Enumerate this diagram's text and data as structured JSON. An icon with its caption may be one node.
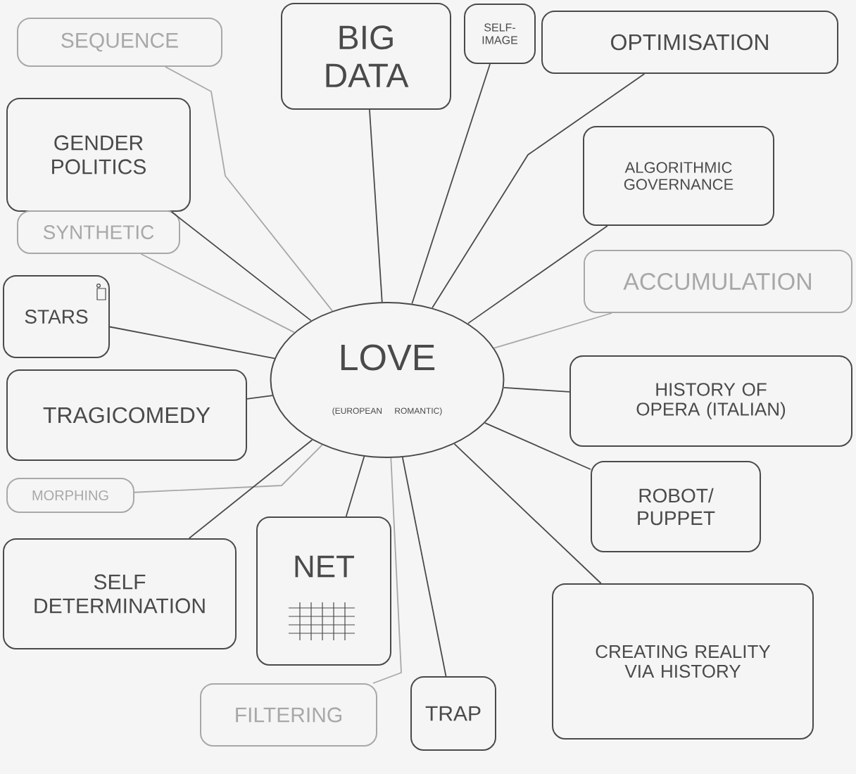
{
  "diagram": {
    "nodes": [
      {
        "text": [
          "LOVE",
          "(EUROPEAN ROMANTIC)"
        ]
      },
      {
        "text": [
          "SEQUENCE"
        ]
      },
      {
        "text": [
          "BIG DATA"
        ]
      },
      {
        "text": [
          "SELF-IMAGE"
        ]
      },
      {
        "text": [
          "OPTIMISATION"
        ]
      },
      {
        "text": [
          "GENDER POLITICS"
        ]
      },
      {
        "text": [
          "ALGORITHMIC GOVERNANCE"
        ]
      },
      {
        "text": [
          "SYNTHETIC"
        ]
      },
      {
        "text": [
          "STARS"
        ]
      },
      {
        "text": [
          "ACCUMULATION"
        ]
      },
      {
        "text": [
          "TRAGICOMEDY"
        ]
      },
      {
        "text": [
          "HISTORY OF OPERA (ITALIAN)"
        ]
      },
      {
        "text": [
          "MORPHING"
        ]
      },
      {
        "text": [
          "ROBOT/ PUPPET"
        ]
      },
      {
        "text": [
          "SELF DETERMINATION"
        ]
      },
      {
        "text": [
          "NET"
        ]
      },
      {
        "text": [
          "CREATING REALITY VIA HISTORY"
        ]
      },
      {
        "text": [
          "FILTERING"
        ]
      },
      {
        "text": [
          "TRAP"
        ]
      }
    ],
    "edges": [
      {
        "from": 0,
        "to": 1,
        "arrow": "none",
        "color": "#a8a8a8"
      },
      {
        "from": 0,
        "to": 2,
        "arrow": "none"
      },
      {
        "from": 0,
        "to": 3,
        "arrow": "none"
      },
      {
        "from": 0,
        "to": 4,
        "arrow": "none"
      },
      {
        "from": 0,
        "to": 5,
        "arrow": "none"
      },
      {
        "from": 0,
        "to": 6,
        "arrow": "none"
      },
      {
        "from": 0,
        "to": 7,
        "arrow": "none",
        "color": "#a8a8a8"
      },
      {
        "from": 0,
        "to": 8,
        "arrow": "none"
      },
      {
        "from": 0,
        "to": 9,
        "arrow": "none",
        "color": "#a8a8a8"
      },
      {
        "from": 0,
        "to": 10,
        "arrow": "none"
      },
      {
        "from": 0,
        "to": 11,
        "arrow": "none"
      },
      {
        "from": 0,
        "to": 12,
        "arrow": "none",
        "color": "#a8a8a8"
      },
      {
        "from": 0,
        "to": 13,
        "arrow": "none"
      },
      {
        "from": 0,
        "to": 14,
        "arrow": "none"
      },
      {
        "from": 0,
        "to": 15,
        "arrow": "none"
      },
      {
        "from": 0,
        "to": 16,
        "arrow": "none"
      },
      {
        "from": 0,
        "to": 17,
        "arrow": "none",
        "color": "#a8a8a8"
      },
      {
        "from": 0,
        "to": 18,
        "arrow": "none"
      }
    ]
  }
}
